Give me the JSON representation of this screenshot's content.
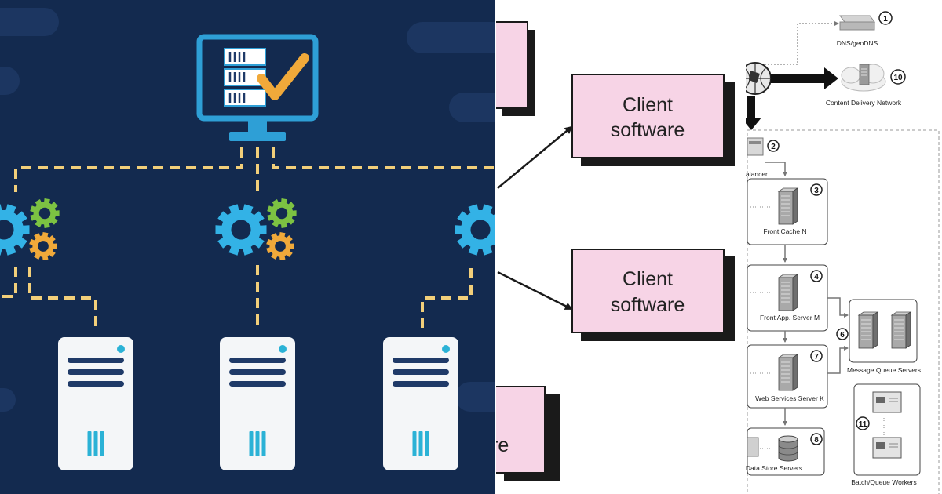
{
  "left_panel": {
    "colors": {
      "background": "#132a4f",
      "monitor": "#2e9fd6",
      "check": "#f0a93a",
      "connector": "#f2cf7a",
      "gear_blue": "#33b2e6",
      "gear_green": "#7cc242",
      "gear_orange": "#f0a93a",
      "server_body": "#f4f6f8",
      "server_bar": "#1f3a68",
      "server_accent": "#2bb2d6"
    },
    "icons": [
      "monitor-check-icon",
      "gear-icon",
      "server-icon"
    ]
  },
  "middle_panel": {
    "boxes": [
      {
        "line1": "Client",
        "line2": "software"
      },
      {
        "line1": "Client",
        "line2": "software"
      }
    ],
    "partial_box_text": "re",
    "colors": {
      "box_fill": "#f7d4e6",
      "box_shadow": "#1a1a1a"
    }
  },
  "right_panel": {
    "labels": {
      "dns": "DNS/geoDNS",
      "cdn": "Content Delivery Network",
      "load_balancer": "alancer",
      "front_cache": "Front Cache N",
      "front_app": "Front App. Server M",
      "web_services": "Web Services Server K",
      "data_store": "Data Store Servers",
      "message_queue": "Message Queue Servers",
      "batch_queue": "Batch/Queue Workers"
    },
    "numbers": {
      "dns": "1",
      "load_balancer": "2",
      "front_cache": "3",
      "front_app": "4",
      "message_queue": "6",
      "web_services": "7",
      "data_store": "8",
      "cdn": "10",
      "batch_queue": "11"
    }
  }
}
